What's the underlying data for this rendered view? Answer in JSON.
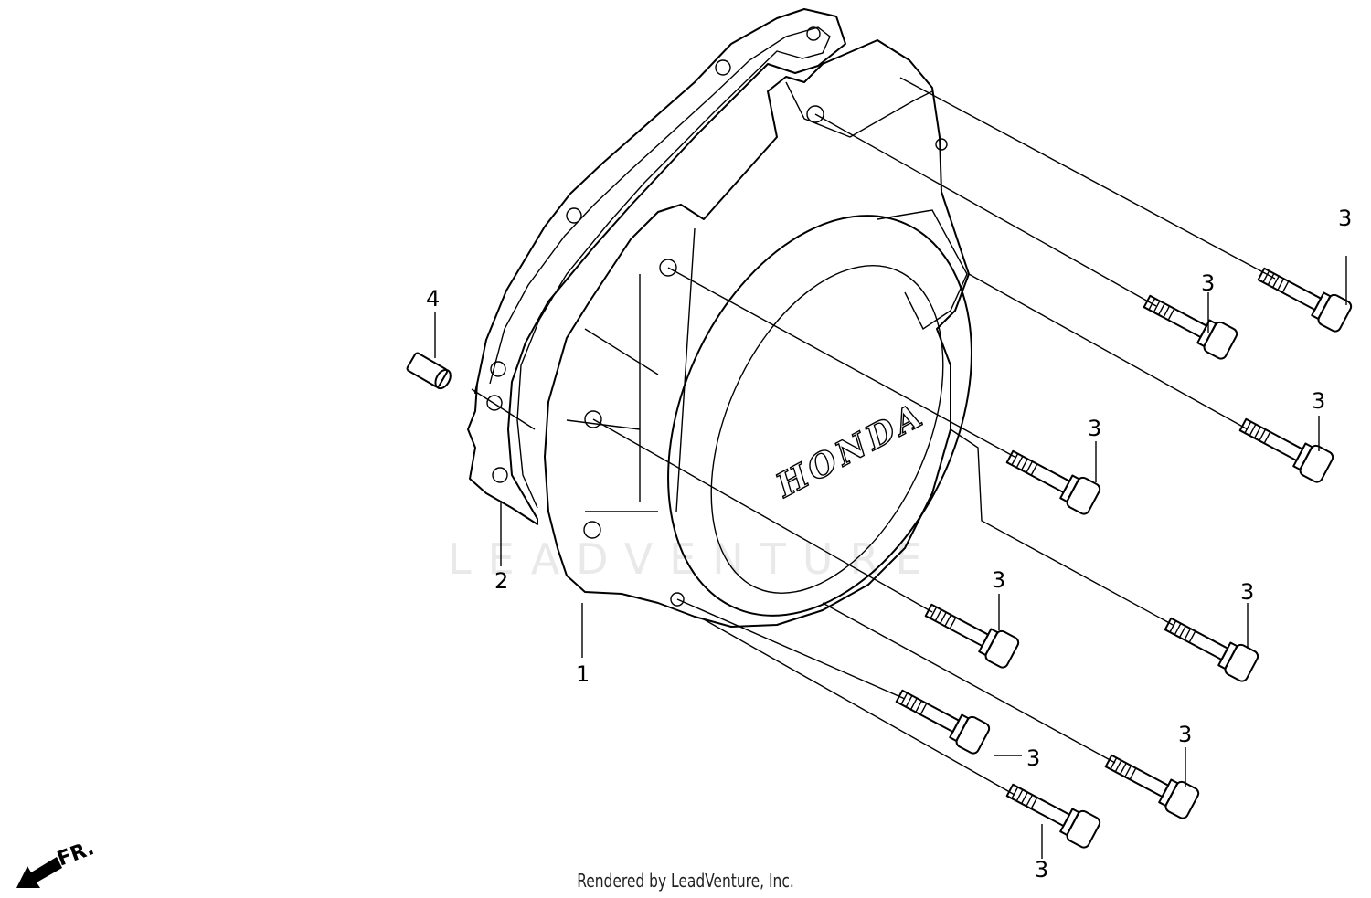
{
  "parts": {
    "cover_ref": "1",
    "gasket_ref": "2",
    "bolt_ref": "3",
    "dowel_ref": "4"
  },
  "cover_logo": "HONDA",
  "direction_label": "FR.",
  "watermark": "LEADVENTURE",
  "credit": "Rendered by LeadVenture, Inc."
}
